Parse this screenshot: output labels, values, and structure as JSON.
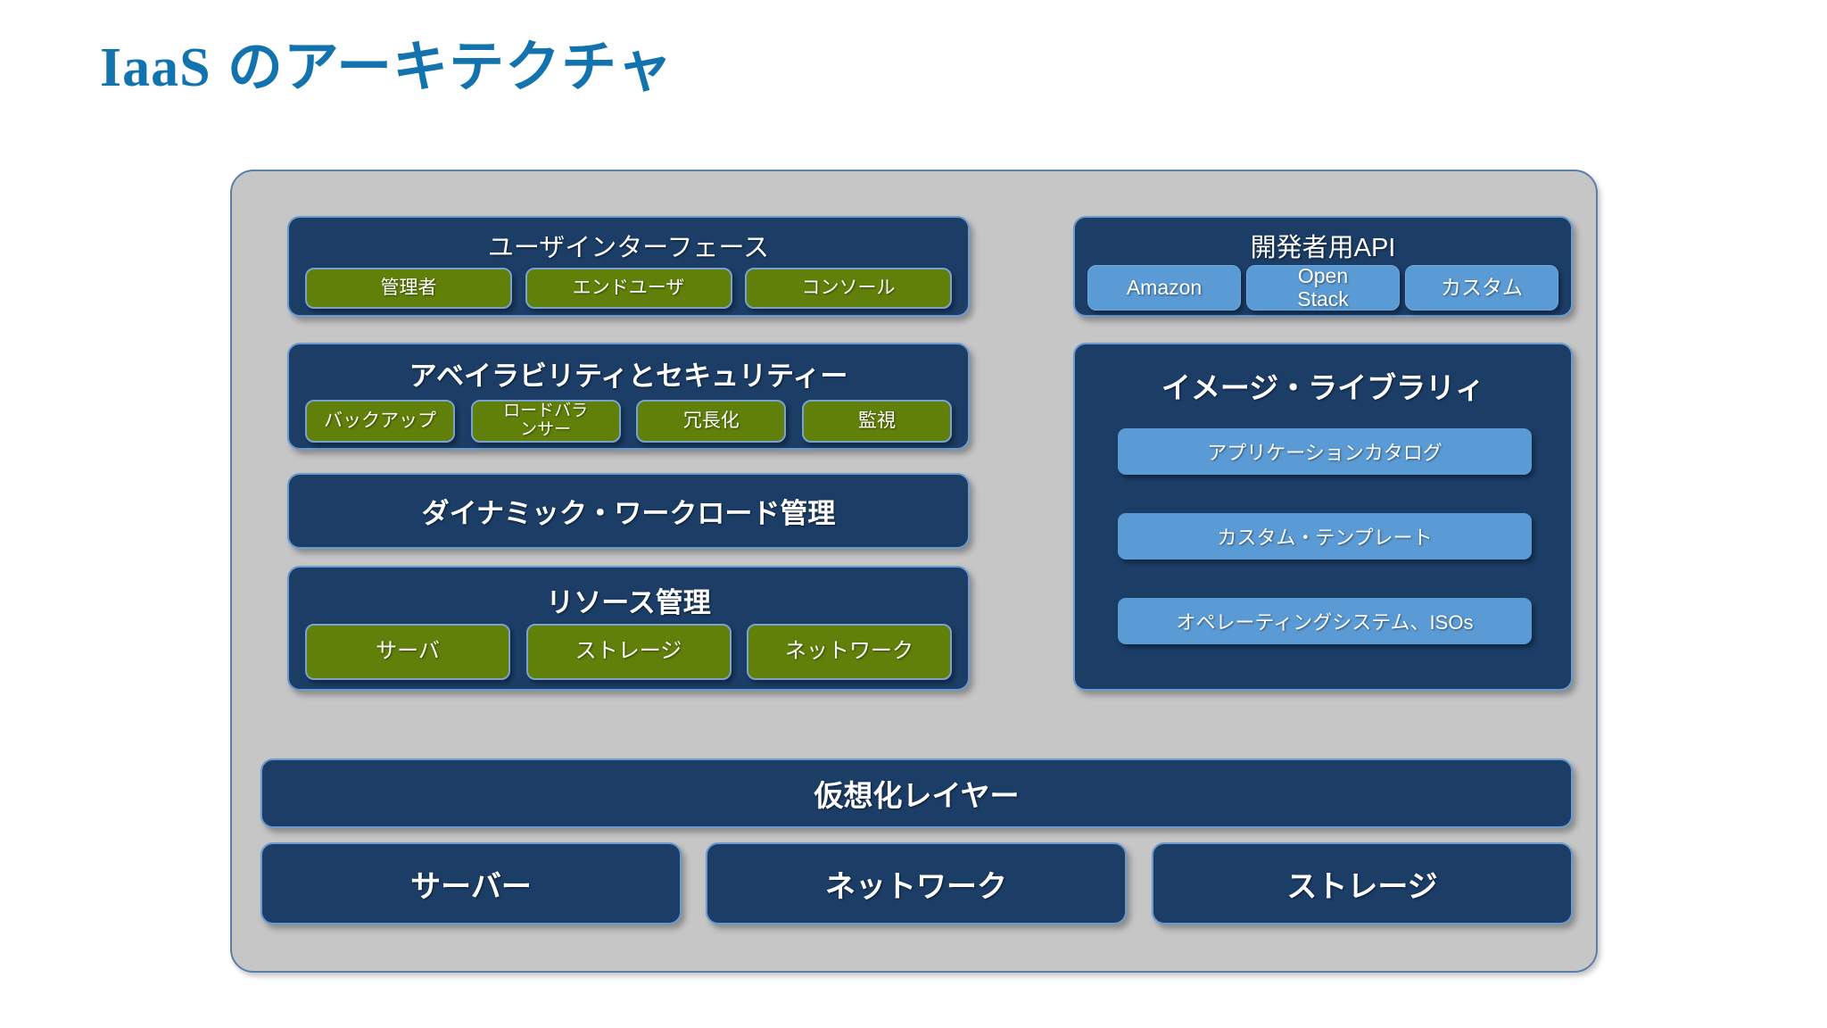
{
  "title": {
    "latin": "IaaS",
    "japanese": " のアーキテクチャ",
    "color": "#1273AF"
  },
  "colors": {
    "panel_navy": "#1b3d66",
    "chip_olive": "#61800a",
    "chip_blue": "#5b9bd5",
    "frame_gray": "#c6c6c6",
    "frame_border": "#5b7faa",
    "panel_border": "#6a9bd0"
  },
  "left_column": {
    "user_interface": {
      "title": "ユーザインターフェース",
      "chips": [
        "管理者",
        "エンドユーザ",
        "コンソール"
      ]
    },
    "availability_security": {
      "title": "アベイラビリティとセキュリティー",
      "chips": [
        "バックアップ",
        "ロードバランサー",
        "冗長化",
        "監視"
      ]
    },
    "dynamic_workload": {
      "title": "ダイナミック・ワークロード管理"
    },
    "resource_management": {
      "title": "リソース管理",
      "chips": [
        "サーバ",
        "ストレージ",
        "ネットワーク"
      ]
    }
  },
  "right_column": {
    "developer_api": {
      "title": "開発者用API",
      "chips": [
        "Amazon",
        "Open Stack",
        "カスタム"
      ]
    },
    "image_library": {
      "title": "イメージ・ライブラリィ",
      "bars": [
        "アプリケーションカタログ",
        "カスタム・テンプレート",
        "オペレーティングシステム、ISOs"
      ]
    }
  },
  "virtualization_layer": {
    "title": "仮想化レイヤー"
  },
  "infrastructure": {
    "boxes": [
      "サーバー",
      "ネットワーク",
      "ストレージ"
    ]
  }
}
